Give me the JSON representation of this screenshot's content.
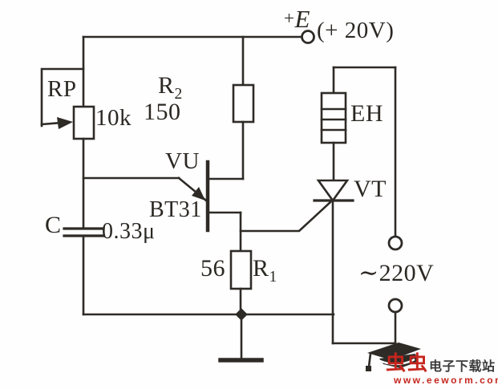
{
  "schematic": {
    "power": {
      "plus": "+",
      "name": "E",
      "value": "(+ 20V)"
    },
    "rp": {
      "name": "RP",
      "value": "10k"
    },
    "r2": {
      "name": "R",
      "sub": "2",
      "value": "150"
    },
    "ujt": {
      "name": "VU",
      "model": "BT31"
    },
    "cap": {
      "name": "C",
      "value": "0.33μ"
    },
    "r1": {
      "name": "R",
      "sub": "1",
      "value": "56"
    },
    "heater": {
      "name": "EH"
    },
    "thyristor": {
      "name": "VT"
    },
    "ac": {
      "value": "∼220V"
    }
  },
  "watermark": {
    "logo": "虫虫",
    "site": "电子下载站",
    "url": "www.eeworm.com"
  },
  "colors": {
    "ink": "#2e2b27",
    "paper": "#fefefe",
    "accent_red": "#c5261d"
  }
}
